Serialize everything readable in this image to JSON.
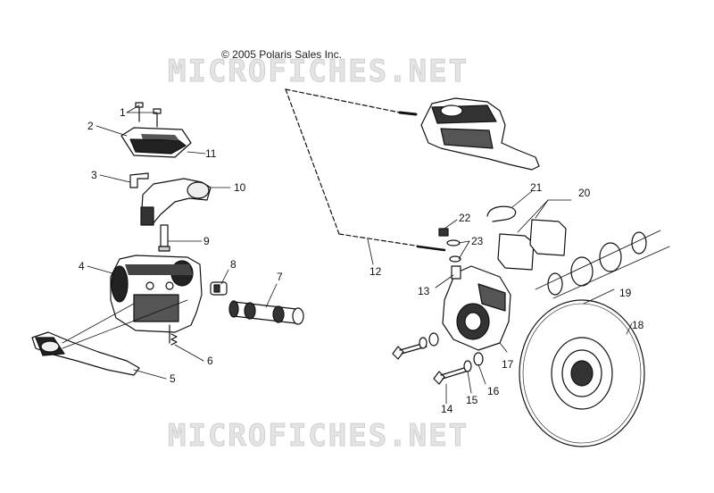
{
  "copyright": "© 2005 Polaris Sales Inc.",
  "watermark": "MICROFICHES.NET",
  "callouts": [
    "1",
    "2",
    "3",
    "4",
    "5",
    "6",
    "7",
    "8",
    "9",
    "10",
    "11",
    "12",
    "13",
    "14",
    "15",
    "16",
    "17",
    "18",
    "19",
    "20",
    "21",
    "22",
    "23"
  ]
}
